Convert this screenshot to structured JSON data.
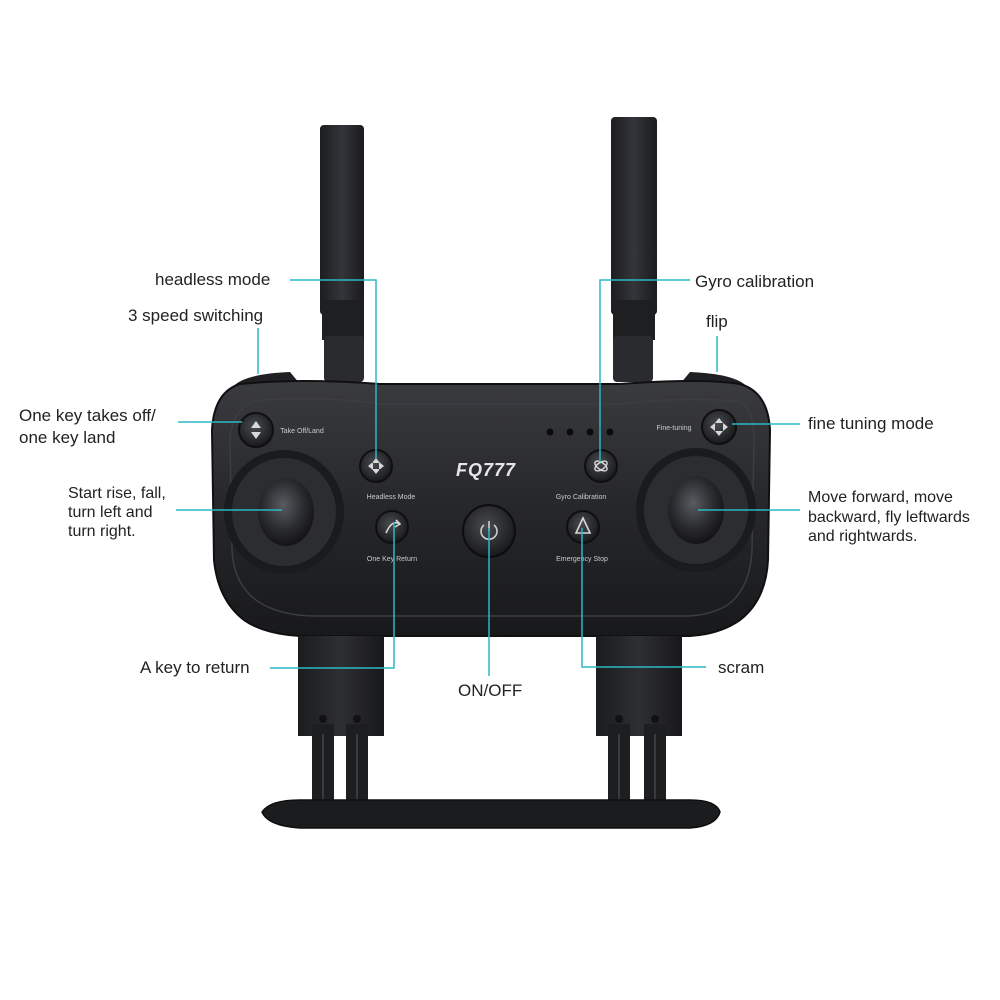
{
  "controller": {
    "brand": "FQ777",
    "panel_labels": {
      "takeoff_land": "Take Off/Land",
      "fine_tuning": "Fine-tuning",
      "headless_mode": "Headless Mode",
      "gyro_calibration": "Gyro Calibration",
      "one_key_return": "One Key Return",
      "emergency_stop": "Emergency Stop"
    }
  },
  "callouts": {
    "headless_mode": "headless mode",
    "speed_switching": "3 speed switching",
    "takeoff_line1": "One key takes off/",
    "takeoff_line2": "one key land",
    "left_stick_line1": "Start rise, fall,",
    "left_stick_line2": "turn left and",
    "left_stick_line3": "turn right.",
    "return": "A key to return",
    "gyro_calibration": "Gyro calibration",
    "flip": "flip",
    "fine_tuning": "fine tuning mode",
    "right_stick_line1": "Move forward, move",
    "right_stick_line2": "backward, fly leftwards",
    "right_stick_line3": "and  rightwards.",
    "power": "ON/OFF",
    "scram": "scram"
  },
  "colors": {
    "leader_line": "#2bb8c6",
    "controller_body": "#2a2b2e",
    "controller_edge": "#141416",
    "panel_text": "#c9cbcf"
  }
}
